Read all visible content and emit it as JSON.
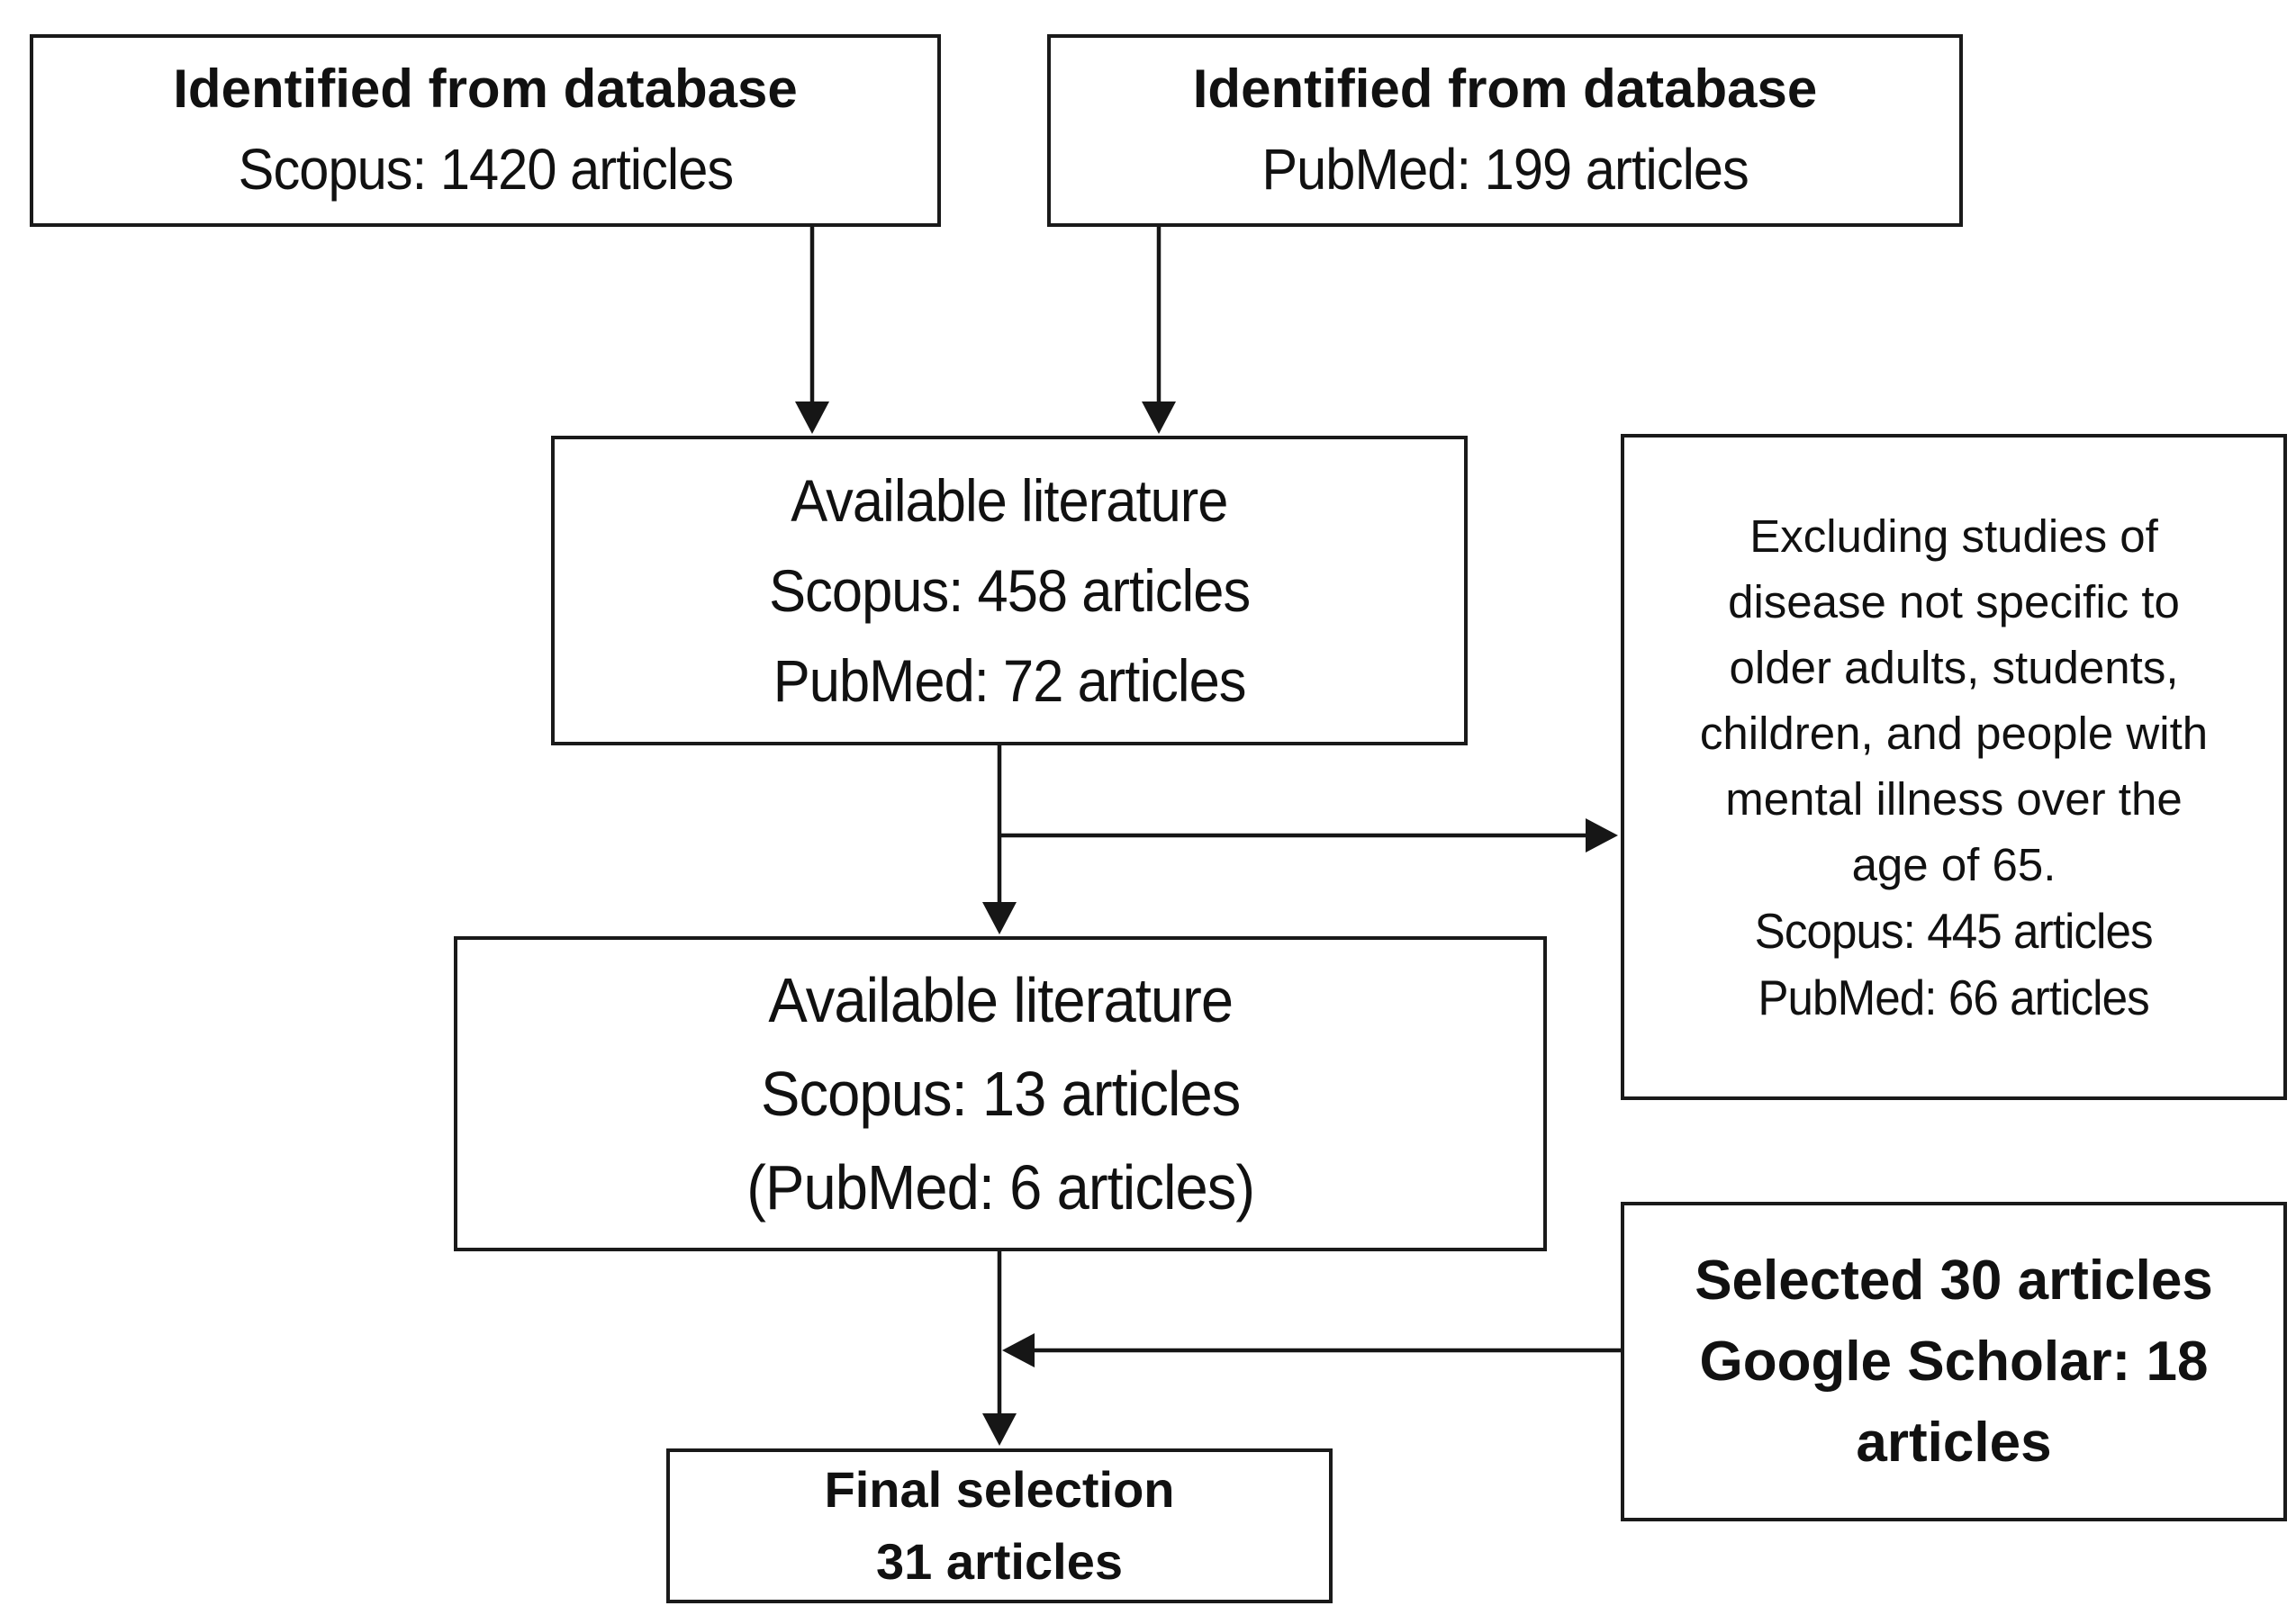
{
  "figure": {
    "background": "#ffffff",
    "box_border_color": "#1a1a1a",
    "text_color": "#111111",
    "arrow_color": "#161616"
  },
  "boxes": {
    "identified_scopus": {
      "title": "Identified from database",
      "stat": "Scopus: 1420 articles"
    },
    "identified_pubmed": {
      "title": "Identified from database",
      "stat": "PubMed: 199 articles"
    },
    "available_first": {
      "lines": [
        "Available literature",
        "Scopus: 458 articles",
        "PubMed: 72 articles"
      ]
    },
    "exclusion": {
      "note_lines": [
        "Excluding studies of",
        "disease not specific to",
        "older adults, students,",
        "children, and people with",
        "mental illness over the",
        "age of 65."
      ],
      "stats": [
        "Scopus: 445 articles",
        "PubMed: 66 articles"
      ]
    },
    "available_second": {
      "lines": [
        "Available literature",
        "Scopus: 13 articles",
        "(PubMed: 6 articles)"
      ]
    },
    "selected": {
      "lines": [
        "Selected 30 articles",
        "Google Scholar: 18",
        "articles"
      ]
    },
    "final": {
      "lines": [
        "Final selection",
        "31 articles"
      ]
    }
  }
}
